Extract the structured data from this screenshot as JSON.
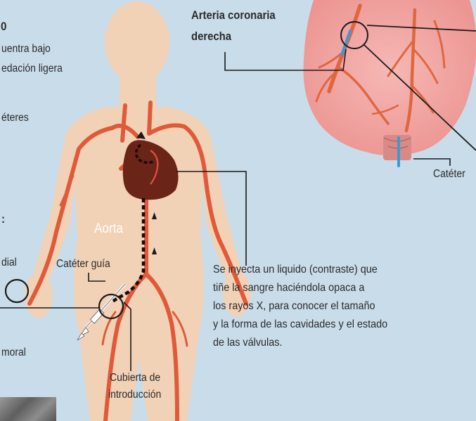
{
  "colors": {
    "background": "#c9dcea",
    "body": "#f2d2b6",
    "artery": "#e05a3a",
    "heart_small": "#6b2418",
    "heart_large": "#f3a8a6",
    "coronary": "#e0663e",
    "catheter": "#3a9ad8",
    "text": "#2b2b2b"
  },
  "left_panel": {
    "number_fragment": "0",
    "line1": "uentra bajo",
    "line2": "edación ligera",
    "catheters_fragment": "éteres",
    "colon_fragment": ":",
    "radial_fragment": "dial",
    "femoral_fragment": "moral"
  },
  "labels": {
    "coronary_artery_line1": "Arteria coronaria",
    "coronary_artery_line2": "derecha",
    "catheter": "Catéter",
    "aorta": "Aorta",
    "guide_catheter": "Catéter guía",
    "introducer_line1": "Cubierta de",
    "introducer_line2": "introducción"
  },
  "description": {
    "lines": [
      "Se inyecta un liquido (contraste) que",
      "tiñe la sangre haciéndola opaca a",
      "los rayos X, para conocer el tamaño",
      "y la forma de las cavidades y el estado",
      "de las válvulas."
    ]
  }
}
